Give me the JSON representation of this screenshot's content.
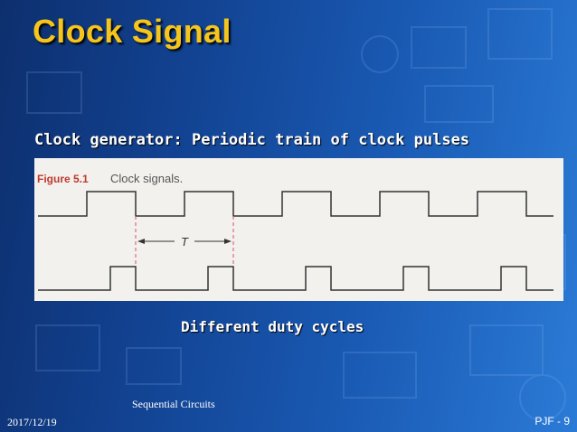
{
  "slide": {
    "title": "Clock Signal",
    "subtitle": "Clock generator: Periodic train of clock pulses",
    "caption": "Different duty cycles"
  },
  "figure": {
    "label": "Figure 5.1",
    "caption": "Clock signals.",
    "period_label": "T",
    "pulse_color": "#333333",
    "marker_color": "#d9546a"
  },
  "footer": {
    "center": "Sequential Circuits",
    "date": "2017/12/19",
    "page": "PJF - 9"
  },
  "colors": {
    "title": "#f6c51c",
    "text": "#ffffff",
    "background": "#1a5bb5"
  }
}
